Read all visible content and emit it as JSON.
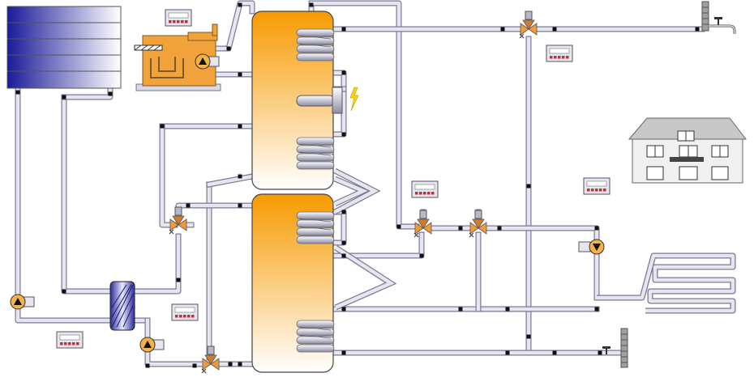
{
  "diagram": {
    "kind": "heating-system-schematic",
    "colors": {
      "pipe_fill": "#e6e6f2",
      "pipe_edge": "#7a7a90",
      "tank_top": "#f79a00",
      "tank_bottom": "#ffffff",
      "panel_dark": "#1a1a9a",
      "panel_light": "#ffffff",
      "boiler": "#f2a23a",
      "valve": "#f09a3e",
      "lightning": "#ffd400",
      "house_wall": "#f0f0f0",
      "house_roof": "#c8c8c8",
      "wall_brick": "#9a9a9a"
    },
    "components": [
      {
        "name": "solar-collector",
        "icon": "solar-panel-icon"
      },
      {
        "name": "wood-boiler",
        "icon": "boiler-icon"
      },
      {
        "name": "storage-tank-upper",
        "icon": "tank-icon"
      },
      {
        "name": "storage-tank-lower",
        "icon": "tank-icon"
      },
      {
        "name": "heat-exchanger",
        "icon": "plate-exchanger-icon"
      },
      {
        "name": "electric-heater",
        "icon": "lightning-icon"
      },
      {
        "name": "house",
        "icon": "house-icon"
      },
      {
        "name": "floor-heating-loop",
        "icon": "floor-coil-icon"
      },
      {
        "name": "hot-water-tap-top",
        "icon": "tap-icon"
      },
      {
        "name": "hot-water-tap-bottom",
        "icon": "tap-icon"
      },
      {
        "name": "controllers",
        "icon": "controller-icon"
      },
      {
        "name": "pumps",
        "icon": "pump-icon"
      },
      {
        "name": "three-way-valves",
        "icon": "mixing-valve-icon"
      }
    ]
  }
}
